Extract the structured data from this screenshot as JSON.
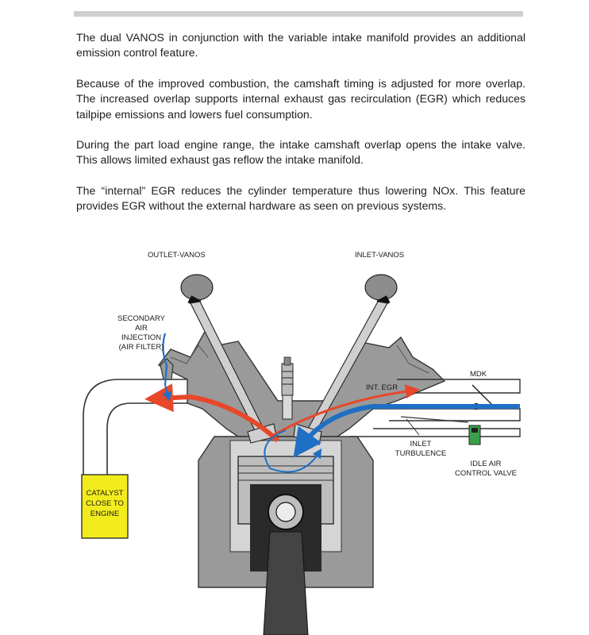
{
  "paragraphs": [
    "The dual VANOS in conjunction with the variable intake manifold provides an additional emission control feature.",
    "Because of the improved combustion, the camshaft timing is adjusted for more overlap. The increased overlap supports internal exhaust gas recirculation (EGR) which reduces tailpipe emissions and lowers fuel consumption.",
    "During the part load engine range, the intake camshaft overlap opens the intake valve. This allows limited exhaust gas reflow the intake manifold.",
    "The “internal” EGR reduces the cylinder temperature thus lowering NOx. This feature provides EGR without the external hardware as seen on previous systems."
  ],
  "diagram": {
    "outlet_vanos": "OUTLET-VANOS",
    "inlet_vanos": "INLET-VANOS",
    "secondary_air": [
      "SECONDARY",
      "AIR",
      "INJECTION",
      "(AIR FILTER)"
    ],
    "int_egr": "INT. EGR",
    "mdk": "MDK",
    "inlet_turbulence": [
      "INLET",
      "TURBULENCE"
    ],
    "idle_air": [
      "IDLE AIR",
      "CONTROL VALVE"
    ],
    "catalyst": [
      "CATALYST",
      "CLOSE TO",
      "ENGINE"
    ]
  },
  "colors": {
    "exhaust_flow": "#e8472a",
    "intake_flow": "#1f6fc4",
    "catalyst": "#f3ec1c",
    "engine_body": "#9a9a9a",
    "valve_color": "#7d7d7d",
    "idle_valve": "#3aa14a"
  }
}
